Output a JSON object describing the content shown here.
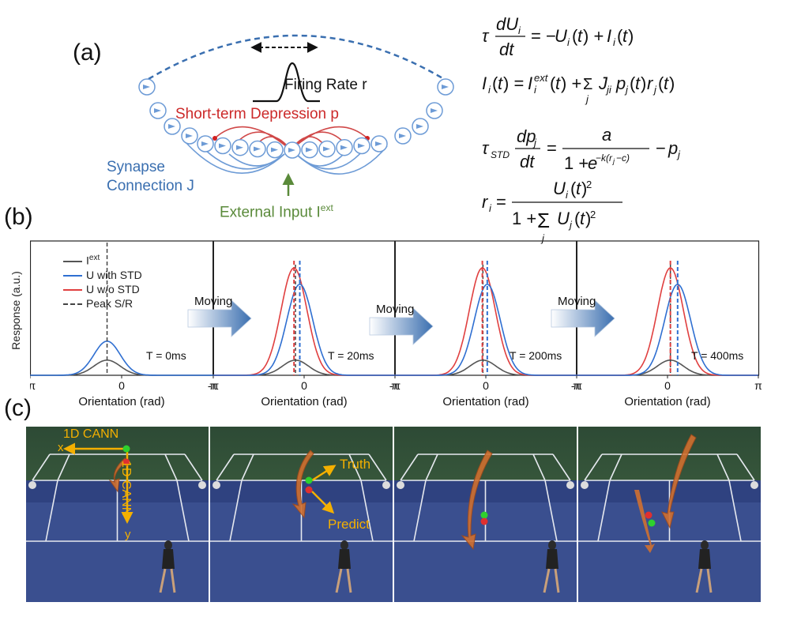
{
  "panel_a": {
    "label": "(a)",
    "firing_rate_label": "Firing Rate r",
    "std_label": "Short-term Depression p",
    "synapse_label_line1": "Synapse",
    "synapse_label_line2": "Connection J",
    "external_input_label": "External Input I",
    "external_input_sup": "ext",
    "colors": {
      "neuron": "#3a6fb0",
      "std": "#cc2a2a",
      "input": "#5a8a3a"
    }
  },
  "equations": {
    "eq1_lhs": "τ dU",
    "eq1_sub": "i",
    "eq1_rhs": "= −U(t) + I(t)",
    "eq2": "I(t) = I(t) + Σ J p(t) r(t)",
    "eq3": "τ dp / dt = a / (1 + e^{−k(r−c)}) − p",
    "eq4": "r = U(t)² / (1 + Σ U(t)²)"
  },
  "panel_b": {
    "label": "(b)",
    "ylabel": "Response (a.u.)",
    "xlabel": "Orientation (rad)",
    "tick_left": "-π",
    "tick_mid": "0",
    "tick_right": "π",
    "legend": {
      "iext": "I",
      "iext_sup": "ext",
      "u_std": "U with STD",
      "u_no_std": "U w/o STD",
      "peak": "Peak S/R"
    },
    "moving_label": "Moving",
    "time_labels": [
      "T = 0ms",
      "T = 20ms",
      "T = 200ms",
      "T = 400ms"
    ],
    "colors": {
      "iext": "#555555",
      "u_std": "#2f6fd1",
      "u_no_std": "#e04040",
      "peak": "#444444"
    }
  },
  "chart_data": {
    "type": "line",
    "xlabel": "Orientation (rad)",
    "ylabel": "Response (a.u.)",
    "xlim": [
      "-π",
      "π"
    ],
    "panels": [
      {
        "time": "T = 0ms",
        "iext_center": -0.5,
        "iext_peak": 0.12,
        "u_std_center": -0.5,
        "u_std_peak": 0.27,
        "u_no_std_center": null,
        "u_no_std_peak": null
      },
      {
        "time": "T = 20ms",
        "iext_center": -0.3,
        "iext_peak": 0.12,
        "u_std_center": -0.15,
        "u_std_peak": 0.72,
        "u_no_std_center": -0.35,
        "u_no_std_peak": 0.85
      },
      {
        "time": "T = 200ms",
        "iext_center": -0.1,
        "iext_peak": 0.12,
        "u_std_center": 0.05,
        "u_std_peak": 0.72,
        "u_no_std_center": -0.12,
        "u_no_std_peak": 0.85
      },
      {
        "time": "T = 400ms",
        "iext_center": 0.1,
        "iext_peak": 0.12,
        "u_std_center": 0.35,
        "u_std_peak": 0.72,
        "u_no_std_center": 0.1,
        "u_no_std_peak": 0.85
      }
    ]
  },
  "panel_c": {
    "label": "(c)",
    "annot_x_axis": "1D CANN",
    "annot_x": "x",
    "annot_y_axis": "1D CANN",
    "annot_y": "y",
    "truth_label": "Truth",
    "predict_label": "Predict",
    "colors": {
      "annotation": "#f4b000",
      "court_blue": "#3a4f8f",
      "court_green": "#4f7a4a",
      "arrow": "#d07030",
      "truth": "#2ed12e",
      "predict": "#e03030"
    }
  }
}
